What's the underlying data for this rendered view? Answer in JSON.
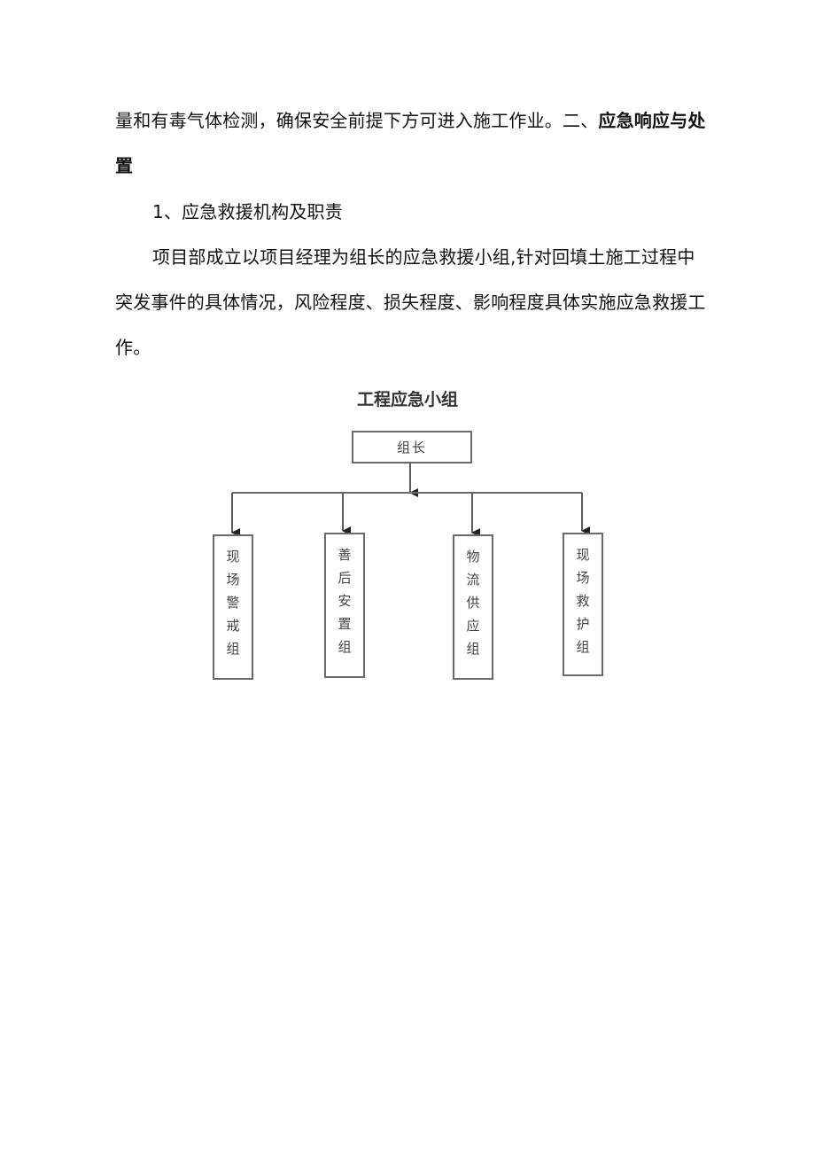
{
  "document": {
    "line1_regular": "量和有毒气体检测，确保安全前提下方可进入施工作业。二、",
    "line1_bold": "应急响应与处",
    "line2_bold": "置",
    "heading_1": "1、应急救援机构及职责",
    "para_line1": "项目部成立以项目经理为组长的应急救援小组,针对回填土施工过程中",
    "para_line2": "突发事件的具体情况，风险程度、损失程度、影响程度具体实施应急救援工",
    "para_line3": "作。"
  },
  "diagram": {
    "title": "工程应急小组",
    "leader": "组长",
    "groups": [
      {
        "label": "现场警戒组",
        "chars": [
          "现",
          "场",
          "警",
          "戒",
          "组"
        ]
      },
      {
        "label": "善后安置组",
        "chars": [
          "善",
          "后",
          "安",
          "置",
          "组"
        ]
      },
      {
        "label": "物流供应组",
        "chars": [
          "物",
          "流",
          "供",
          "应",
          "组"
        ]
      },
      {
        "label": "现场救护组",
        "chars": [
          "现",
          "场",
          "救",
          "护",
          "组"
        ]
      }
    ],
    "line_color": "#5a5a5a"
  }
}
